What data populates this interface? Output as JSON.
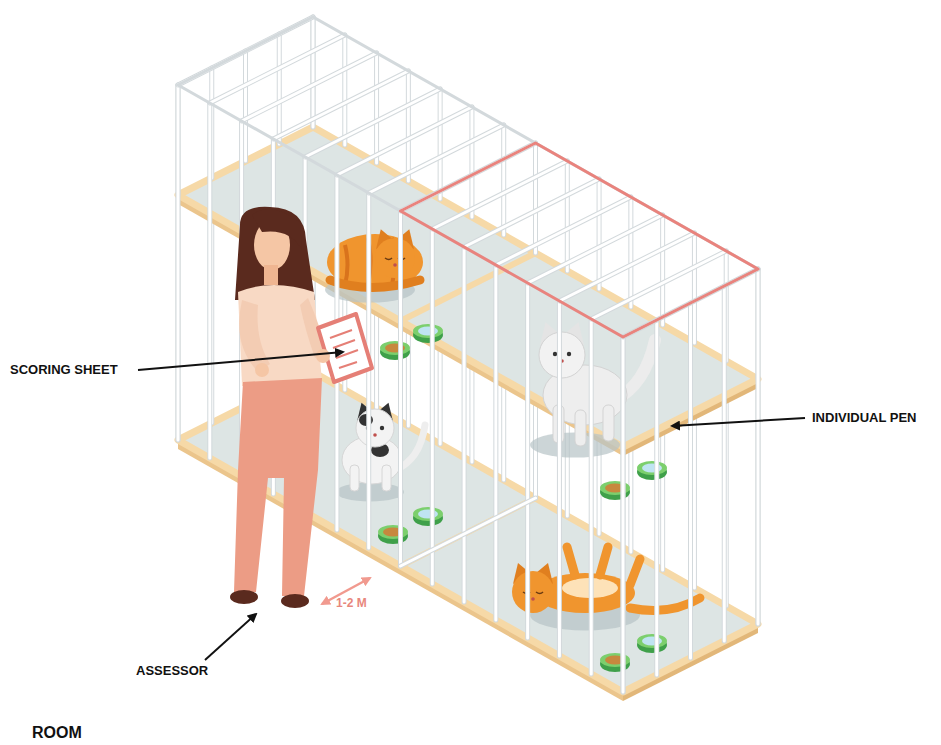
{
  "diagram": {
    "labels": [
      "SCORING SHEET",
      "INDIVIDUAL PEN",
      "ASSESSOR",
      "1-2 M",
      "ROOM"
    ]
  }
}
